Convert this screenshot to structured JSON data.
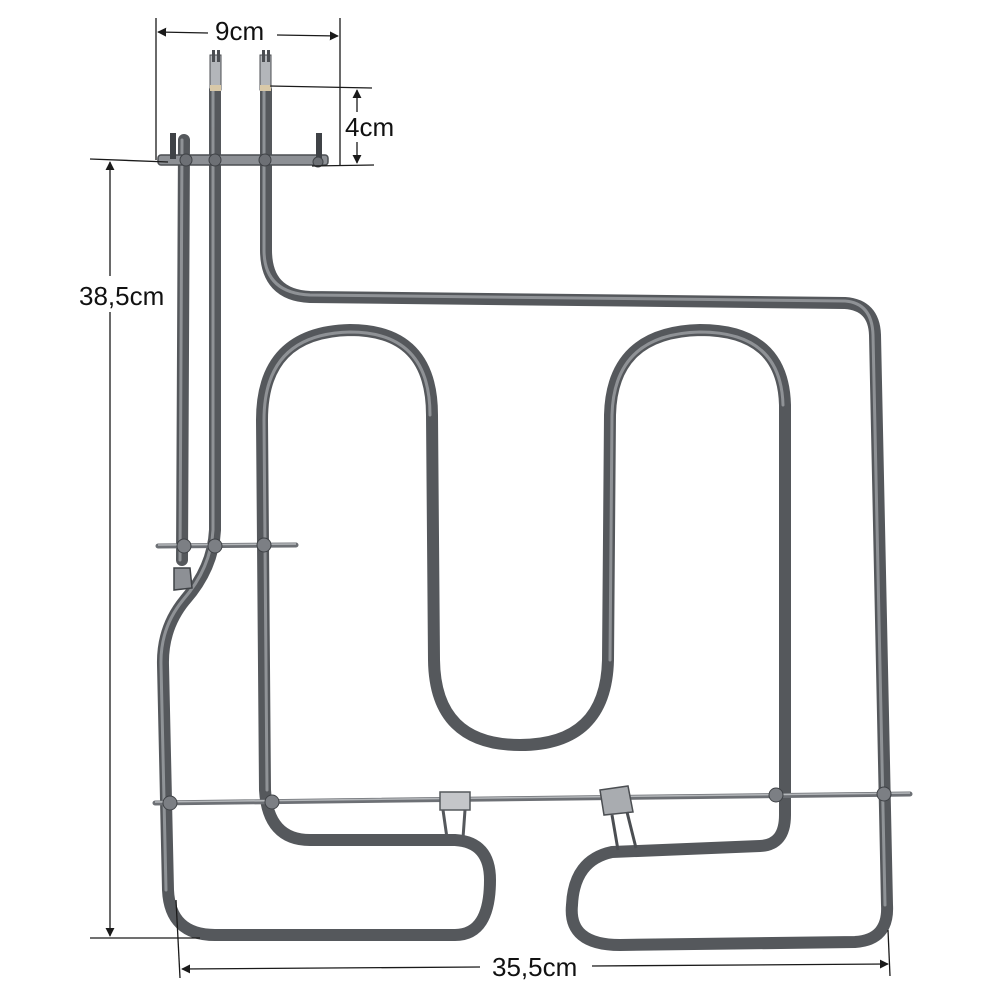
{
  "image": {
    "subject": "oven grill heating element",
    "background": "#ffffff"
  },
  "dimensions": {
    "terminal_spacing": "9cm",
    "terminal_height": "4cm",
    "total_height": "38,5cm",
    "total_width": "35,5cm"
  },
  "colors": {
    "element_steel": "#55585c",
    "element_highlight": "#9a9da1",
    "dimension_line": "#1a1a1a",
    "label_text": "#111111"
  },
  "icons": {
    "arrowhead": "dimension-arrowhead"
  }
}
